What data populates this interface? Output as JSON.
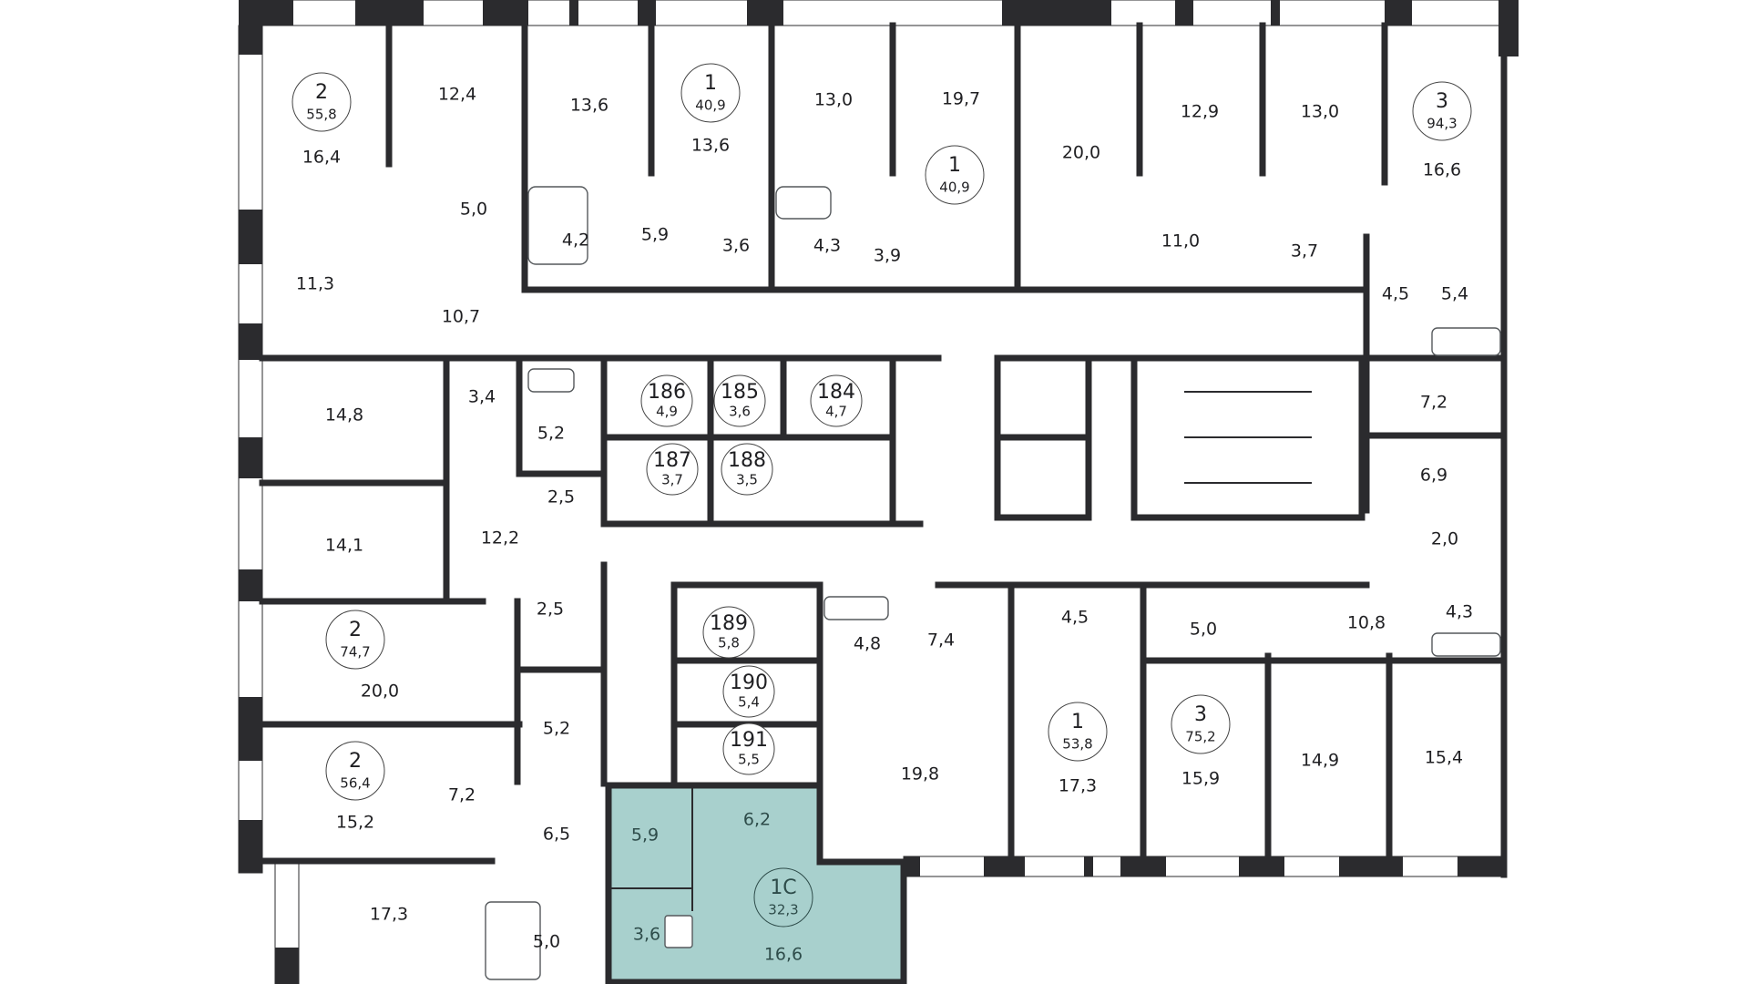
{
  "colors": {
    "wall": "#2b2b2e",
    "highlight_fill": "#a8d0cd",
    "highlight_text": "#2e4c4a",
    "background": "#ffffff"
  },
  "apartments": [
    {
      "id": "apt-2-558",
      "type": "2",
      "area": "55,8"
    },
    {
      "id": "apt-1-409a",
      "type": "1",
      "area": "40,9"
    },
    {
      "id": "apt-1-409b",
      "type": "1",
      "area": "40,9"
    },
    {
      "id": "apt-3-943",
      "type": "3",
      "area": "94,3"
    },
    {
      "id": "apt-2-747",
      "type": "2",
      "area": "74,7"
    },
    {
      "id": "apt-2-564",
      "type": "2",
      "area": "56,4"
    },
    {
      "id": "apt-1-538",
      "type": "1",
      "area": "53,8"
    },
    {
      "id": "apt-3-752",
      "type": "3",
      "area": "75,2"
    },
    {
      "id": "apt-1c-323",
      "type": "1С",
      "area": "32,3",
      "highlighted": true
    }
  ],
  "storage_units": [
    {
      "number": "186",
      "area": "4,9"
    },
    {
      "number": "185",
      "area": "3,6"
    },
    {
      "number": "184",
      "area": "4,7"
    },
    {
      "number": "187",
      "area": "3,7"
    },
    {
      "number": "188",
      "area": "3,5"
    },
    {
      "number": "189",
      "area": "5,8"
    },
    {
      "number": "190",
      "area": "5,4"
    },
    {
      "number": "191",
      "area": "5,5"
    }
  ],
  "room_areas": [
    "16,4",
    "12,4",
    "13,6",
    "13,6",
    "13,0",
    "19,7",
    "20,0",
    "12,9",
    "13,0",
    "16,6",
    "5,0",
    "4,2",
    "5,9",
    "3,6",
    "4,3",
    "3,9",
    "11,0",
    "3,7",
    "4,5",
    "5,4",
    "11,3",
    "10,7",
    "14,8",
    "3,4",
    "5,2",
    "7,2",
    "2,5",
    "6,9",
    "14,1",
    "12,2",
    "2,0",
    "2,5",
    "4,3",
    "4,5",
    "5,0",
    "10,8",
    "4,8",
    "7,4",
    "20,0",
    "5,2",
    "19,8",
    "17,3",
    "15,9",
    "14,9",
    "15,4",
    "15,2",
    "7,2",
    "6,5",
    "17,3",
    "5,0"
  ],
  "highlighted_unit": {
    "rooms": [
      "5,9",
      "6,2",
      "3,6",
      "16,6"
    ]
  }
}
